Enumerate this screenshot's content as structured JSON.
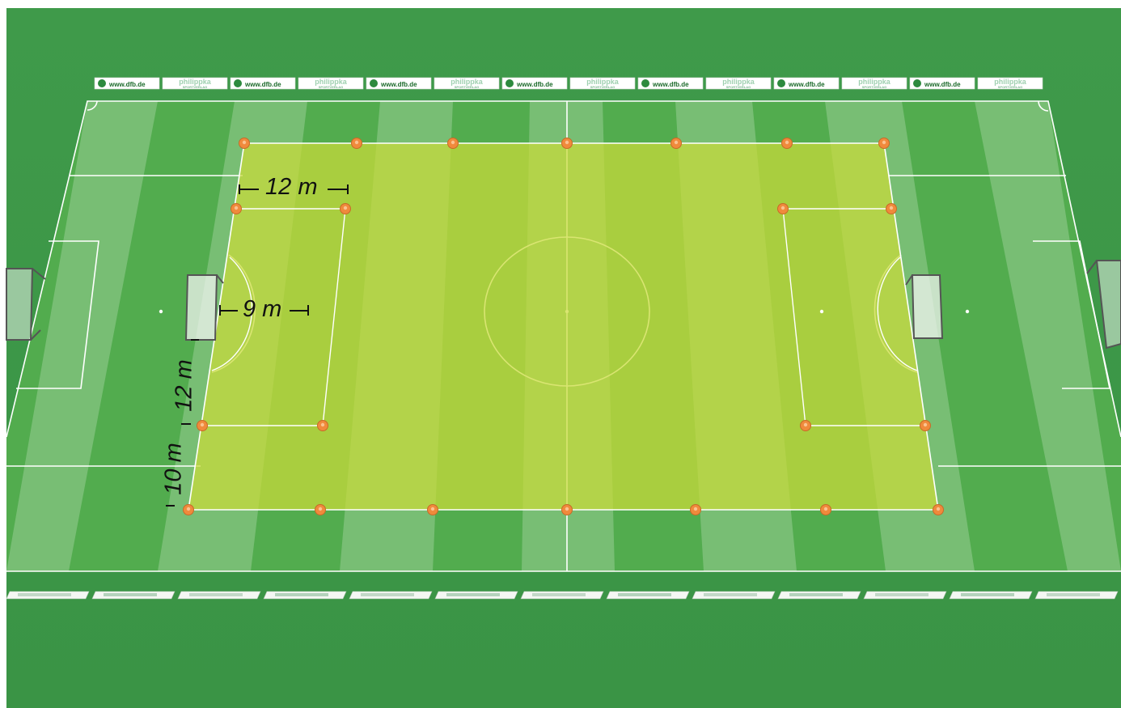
{
  "banner": {
    "dfb_text": "www.dfb.de",
    "philippka_text": "philippka",
    "philippka_sub": "SPORTVERLAG"
  },
  "measurements": {
    "width_12m": "12 m",
    "depth_9m": "9 m",
    "side_12m": "12 m",
    "side_10m": "10 m"
  },
  "colors": {
    "outer_grass": "#3d9848",
    "pitch_light": "#5fb95a",
    "pitch_dark": "#4ea94c",
    "training_zone": "#c8d93a",
    "lines": "#ffffff",
    "cones": "#f08a3c"
  }
}
